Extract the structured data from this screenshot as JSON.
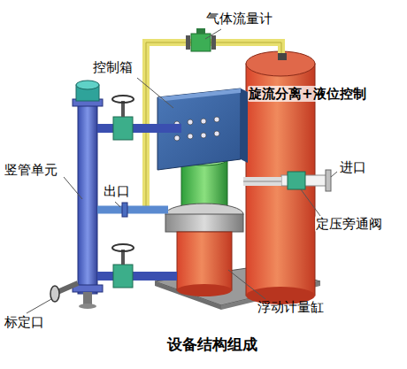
{
  "diagram": {
    "caption": "设备结构组成",
    "labels": [
      "气体流量计",
      "控制箱",
      "旋流分离+液位控制",
      "竖管单元",
      "出口",
      "进口",
      "定压旁通阀",
      "浮动计量缸",
      "标定口"
    ]
  }
}
